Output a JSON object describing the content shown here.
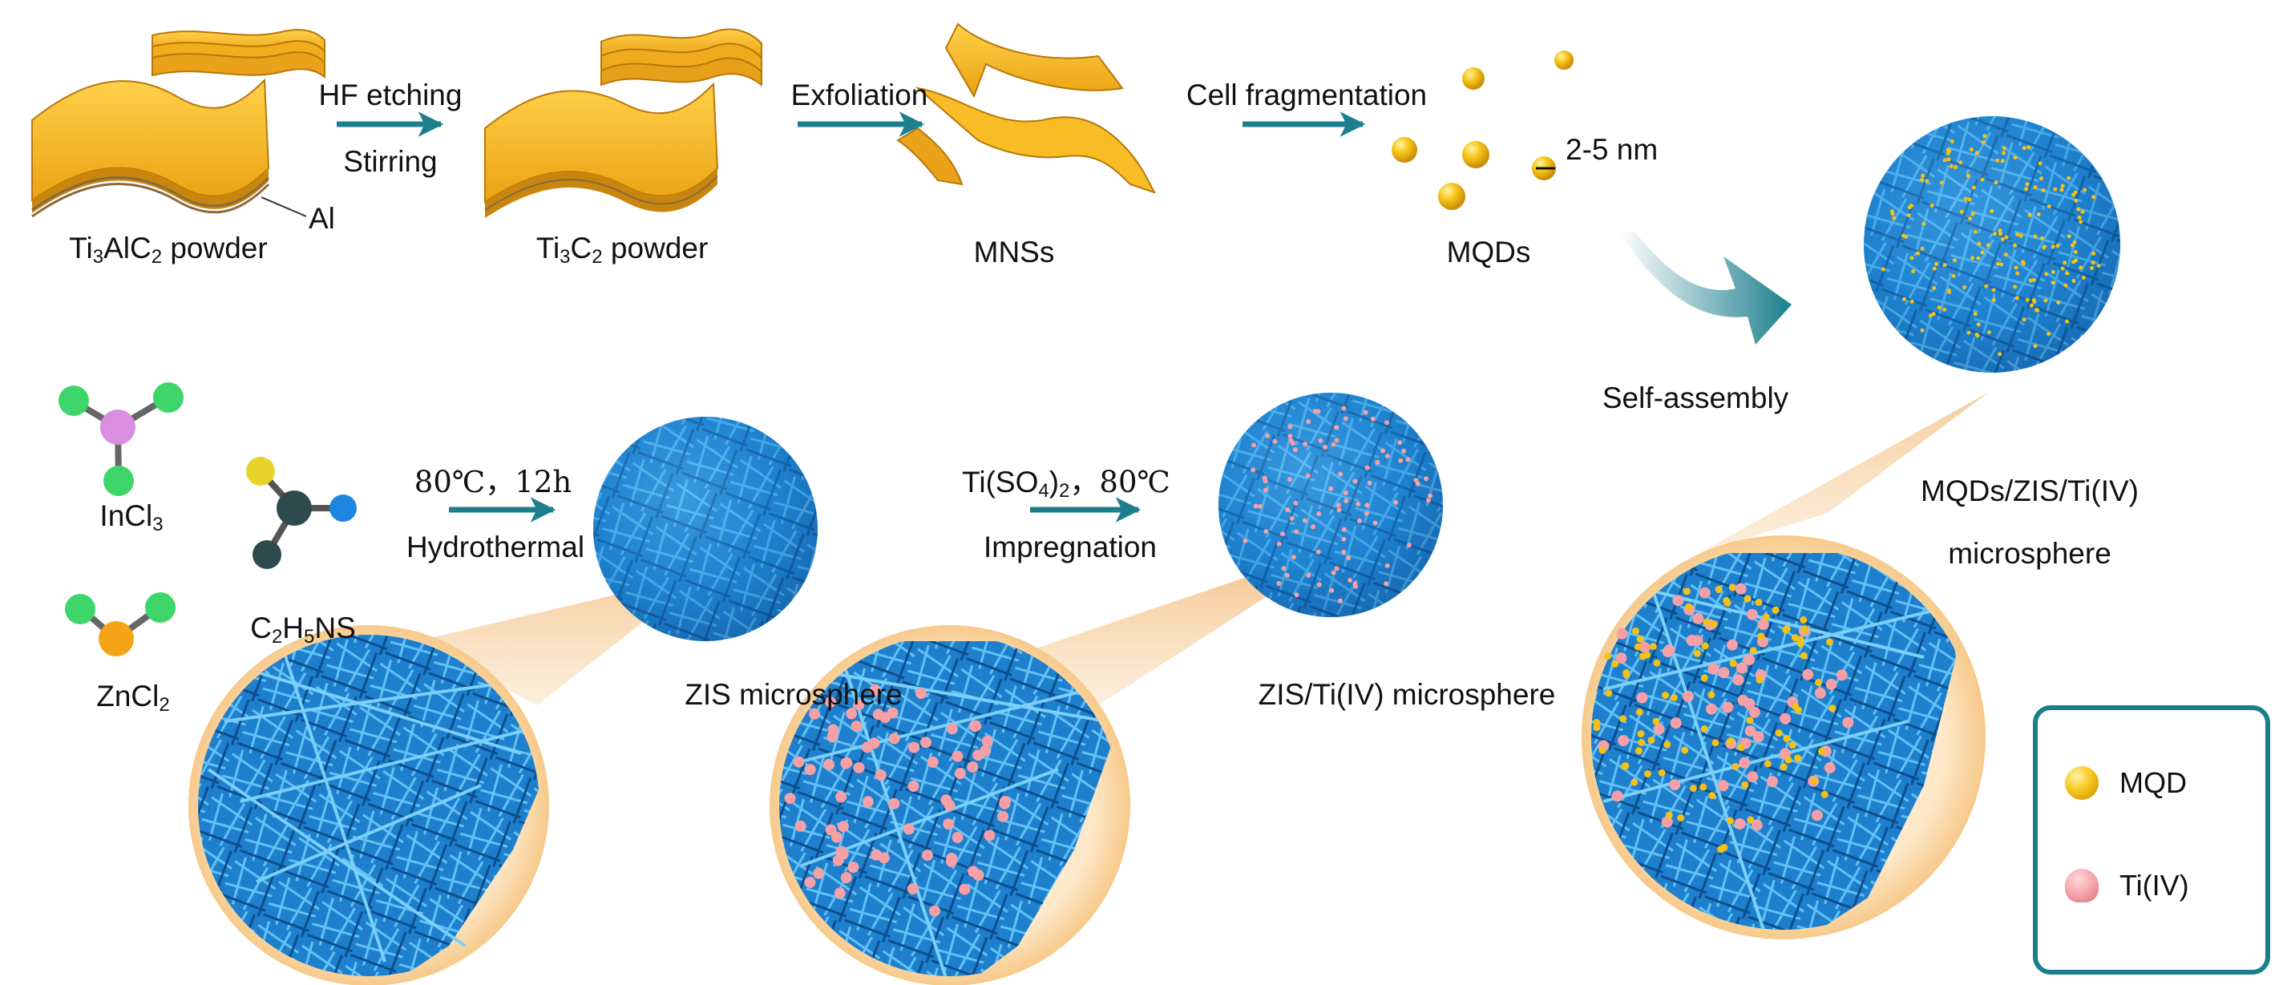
{
  "colors": {
    "sheet": "#f3b31a",
    "sheet_dark": "#d8890a",
    "arrow": "#1d7f8e",
    "sphere_blue": "#1f86d4",
    "mqd": "#f5c116",
    "ti": "#f4a0a6",
    "zoom_fill": "#fbdcb0",
    "legend_border": "#1a7f8c"
  },
  "top_row": {
    "ti3alc2": {
      "prefix": "Ti",
      "sub1": "3",
      "mid": "AlC",
      "sub2": "2",
      "suffix": " powder"
    },
    "al_label": "Al",
    "step1": {
      "line1": "HF etching",
      "line2": "Stirring"
    },
    "ti3c2": {
      "prefix": "Ti",
      "sub1": "3",
      "mid": "C",
      "sub2": "2",
      "suffix": " powder"
    },
    "step2": "Exfoliation",
    "mnss": "MNSs",
    "step3": "Cell fragmentation",
    "size_label": "2-5 nm",
    "mqds": "MQDs",
    "step4": "Self-assembly"
  },
  "reagents": {
    "incl3": {
      "prefix": "InCl",
      "sub": "3"
    },
    "zncl2": {
      "prefix": "ZnCl",
      "sub": "2"
    },
    "c2h5ns": {
      "a": "C",
      "s1": "2",
      "b": "H",
      "s2": "5",
      "c": "NS"
    }
  },
  "bottom_row": {
    "hydro": {
      "conditions": "80℃，12h",
      "method": "Hydrothermal"
    },
    "zis": "ZIS microsphere",
    "impreg": {
      "reagent_a": "Ti(SO",
      "reagent_sub1": "4",
      "reagent_b": ")",
      "reagent_sub2": "2",
      "reagent_c": "，80℃",
      "method": "Impregnation"
    },
    "zisti": "ZIS/Ti(IV) microsphere",
    "final": {
      "line1": "MQDs/ZIS/Ti(IV)",
      "line2": "microsphere"
    }
  },
  "legend": [
    {
      "icon": "mqd-sphere-icon",
      "label": "MQD"
    },
    {
      "icon": "ti-dome-icon",
      "label": "Ti(IV)"
    }
  ]
}
